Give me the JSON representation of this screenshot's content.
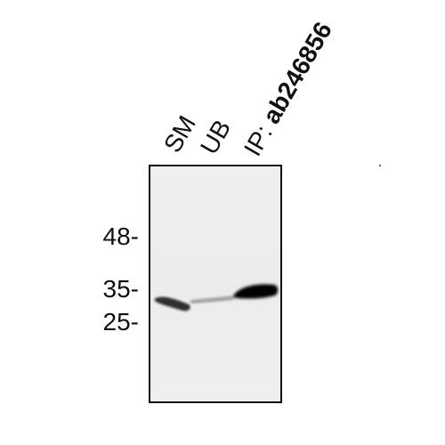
{
  "lanes": {
    "sm": "SM",
    "ub": "UB",
    "ip": "IP:",
    "antibody": "ab246856"
  },
  "markers": [
    {
      "label": "48-",
      "kda": 48
    },
    {
      "label": "35-",
      "kda": 35
    },
    {
      "label": "25-",
      "kda": 25
    }
  ]
}
